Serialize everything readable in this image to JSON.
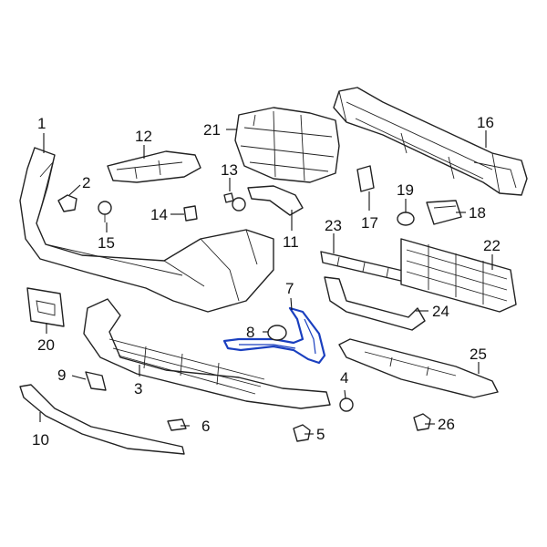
{
  "diagram": {
    "highlight_color": "#1a3fbf",
    "callouts": [
      {
        "id": "1",
        "text": "1"
      },
      {
        "id": "2",
        "text": "2"
      },
      {
        "id": "3",
        "text": "3"
      },
      {
        "id": "4",
        "text": "4"
      },
      {
        "id": "5",
        "text": "5"
      },
      {
        "id": "6",
        "text": "6"
      },
      {
        "id": "7",
        "text": "7"
      },
      {
        "id": "8",
        "text": "8"
      },
      {
        "id": "9",
        "text": "9"
      },
      {
        "id": "10",
        "text": "10"
      },
      {
        "id": "11",
        "text": "11"
      },
      {
        "id": "12",
        "text": "12"
      },
      {
        "id": "13",
        "text": "13"
      },
      {
        "id": "14",
        "text": "14"
      },
      {
        "id": "15",
        "text": "15"
      },
      {
        "id": "16",
        "text": "16"
      },
      {
        "id": "17",
        "text": "17"
      },
      {
        "id": "18",
        "text": "18"
      },
      {
        "id": "19",
        "text": "19"
      },
      {
        "id": "20",
        "text": "20"
      },
      {
        "id": "21",
        "text": "21"
      },
      {
        "id": "22",
        "text": "22"
      },
      {
        "id": "23",
        "text": "23"
      },
      {
        "id": "24",
        "text": "24"
      },
      {
        "id": "25",
        "text": "25"
      },
      {
        "id": "26",
        "text": "26"
      }
    ]
  }
}
